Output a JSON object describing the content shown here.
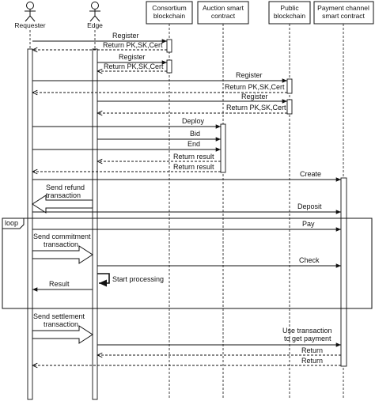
{
  "participants": {
    "requester": "Requester",
    "edge": "Edge",
    "consortium": [
      "Consortium",
      "blockchain"
    ],
    "auction": [
      "Auction smart",
      "contract"
    ],
    "public": [
      "Public",
      "blockchain"
    ],
    "payment": [
      "Payment channel",
      "smart contract"
    ]
  },
  "messages": {
    "m1": "Register",
    "m2": "Return PK,SK,Cert",
    "m3": "Register",
    "m4": "Return PK,SK,Cert",
    "m5": "Register",
    "m6": "Return PK,SK,Cert",
    "m7": "Register",
    "m8": "Return PK,SK,Cert",
    "m9": "Deploy",
    "m10": "Bid",
    "m11": "End",
    "m12": "Return result",
    "m13": "Return result",
    "m14": "Create",
    "m15": [
      "Send refund",
      "transaction"
    ],
    "m16": "Deposit",
    "m17": "Pay",
    "m18": [
      "Send commitment",
      "transaction"
    ],
    "m19": "Check",
    "m20": "Start processing",
    "m21": "Result",
    "m22": [
      "Send settlement",
      "transaction"
    ],
    "m23": [
      "Use transaction",
      "to get payment"
    ],
    "m24": "Return",
    "m25": "Return"
  },
  "loop": {
    "label": "loop"
  }
}
